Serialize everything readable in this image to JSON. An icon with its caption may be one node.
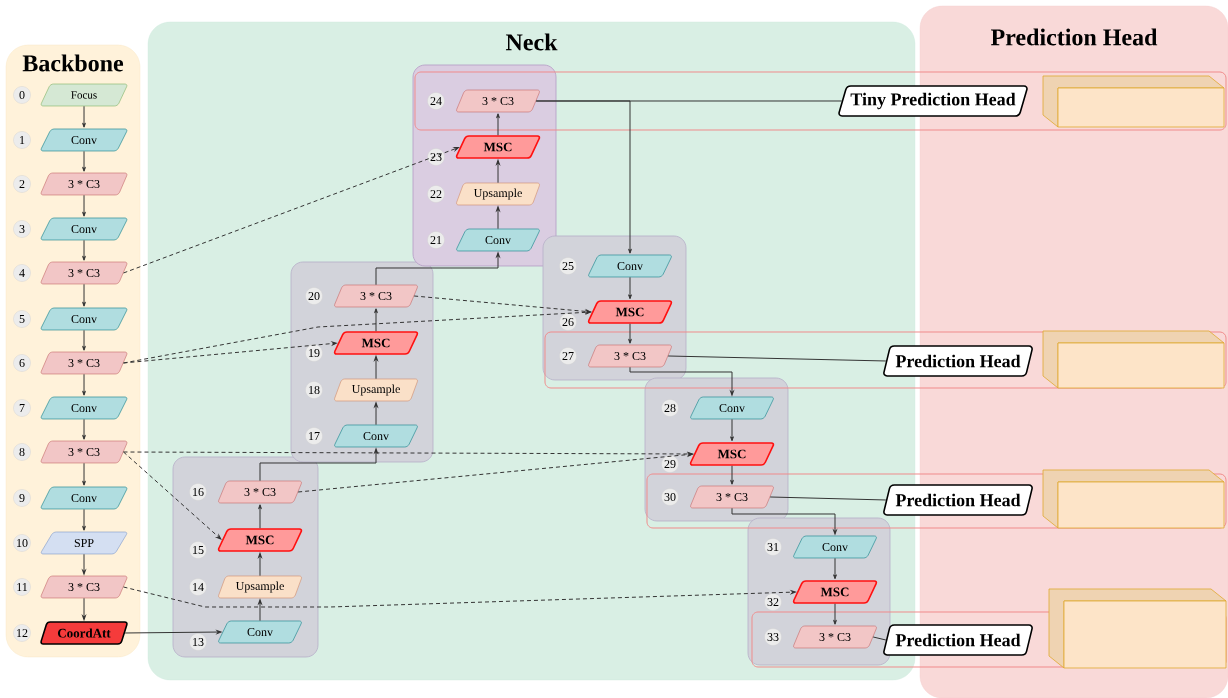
{
  "diagram": {
    "nodes": [
      {
        "text": [
          "Backbone"
        ]
      },
      {
        "text": [
          "Focus"
        ],
        "beside": [
          "0"
        ],
        "in": 0
      },
      {
        "text": [
          "Conv"
        ],
        "beside": [
          "1"
        ],
        "in": 0
      },
      {
        "text": [
          "3 * C3"
        ],
        "beside": [
          "2"
        ],
        "in": 0
      },
      {
        "text": [
          "Conv"
        ],
        "beside": [
          "3"
        ],
        "in": 0
      },
      {
        "text": [
          "3 * C3"
        ],
        "beside": [
          "4"
        ],
        "in": 0
      },
      {
        "text": [
          "Conv"
        ],
        "beside": [
          "5"
        ],
        "in": 0
      },
      {
        "text": [
          "3 * C3"
        ],
        "beside": [
          "6"
        ],
        "in": 0
      },
      {
        "text": [
          "Conv"
        ],
        "beside": [
          "7"
        ],
        "in": 0
      },
      {
        "text": [
          "3 * C3"
        ],
        "beside": [
          "8"
        ],
        "in": 0
      },
      {
        "text": [
          "Conv"
        ],
        "beside": [
          "9"
        ],
        "in": 0
      },
      {
        "text": [
          "SPP"
        ],
        "beside": [
          "10"
        ],
        "in": 0
      },
      {
        "text": [
          "3 * C3"
        ],
        "beside": [
          "11"
        ],
        "in": 0
      },
      {
        "text": [
          "CoordAtt"
        ],
        "beside": [
          "12"
        ],
        "in": 0
      },
      {
        "text": [
          "Neck"
        ]
      },
      {
        "text": [],
        "shape": "box",
        "in": 14
      },
      {
        "text": [
          "Conv"
        ],
        "beside": [
          "13"
        ],
        "in": 15
      },
      {
        "text": [
          "Upsample"
        ],
        "beside": [
          "14"
        ],
        "in": 15
      },
      {
        "text": [
          "MSC"
        ],
        "beside": [
          "15"
        ],
        "in": 15
      },
      {
        "text": [
          "3 * C3"
        ],
        "beside": [
          "16"
        ],
        "in": 15
      },
      {
        "text": [],
        "shape": "box",
        "in": 14
      },
      {
        "text": [
          "Conv"
        ],
        "beside": [
          "17"
        ],
        "in": 20
      },
      {
        "text": [
          "Upsample"
        ],
        "beside": [
          "18"
        ],
        "in": 20
      },
      {
        "text": [
          "MSC"
        ],
        "beside": [
          "19"
        ],
        "in": 20
      },
      {
        "text": [
          "3 * C3"
        ],
        "beside": [
          "20"
        ],
        "in": 20
      },
      {
        "text": [],
        "shape": "box",
        "in": 14
      },
      {
        "text": [
          "Conv"
        ],
        "beside": [
          "21"
        ],
        "in": 25
      },
      {
        "text": [
          "Upsample"
        ],
        "beside": [
          "22"
        ],
        "in": 25
      },
      {
        "text": [
          "MSC"
        ],
        "beside": [
          "23"
        ],
        "in": 25
      },
      {
        "text": [
          "3 * C3"
        ],
        "beside": [
          "24"
        ],
        "in": 25
      },
      {
        "text": [],
        "shape": "box",
        "in": 14
      },
      {
        "text": [
          "Conv"
        ],
        "beside": [
          "25"
        ],
        "in": 30
      },
      {
        "text": [
          "MSC"
        ],
        "beside": [
          "26"
        ],
        "in": 30
      },
      {
        "text": [
          "3 * C3"
        ],
        "beside": [
          "27"
        ],
        "in": 30
      },
      {
        "text": [],
        "shape": "box",
        "in": 14
      },
      {
        "text": [
          "Conv"
        ],
        "beside": [
          "28"
        ],
        "in": 34
      },
      {
        "text": [
          "MSC"
        ],
        "beside": [
          "29"
        ],
        "in": 34
      },
      {
        "text": [
          "3 * C3"
        ],
        "beside": [
          "30"
        ],
        "in": 34
      },
      {
        "text": [],
        "shape": "box",
        "in": 14
      },
      {
        "text": [
          "Conv"
        ],
        "beside": [
          "31"
        ],
        "in": 38
      },
      {
        "text": [
          "MSC"
        ],
        "beside": [
          "32"
        ],
        "in": 38
      },
      {
        "text": [
          "3 * C3"
        ],
        "beside": [
          "33"
        ],
        "in": 38
      },
      {
        "text": [
          "Prediction Head"
        ]
      },
      {
        "text": [],
        "shape": "cuboid",
        "in": 42
      },
      {
        "text": [],
        "shape": "cuboid",
        "in": 42
      },
      {
        "text": [],
        "shape": "cuboid",
        "in": 42
      },
      {
        "text": [],
        "shape": "cuboid",
        "in": 42
      },
      {
        "text": [
          "Tiny Prediction Head"
        ]
      },
      {
        "text": [
          "Prediction Head"
        ]
      },
      {
        "text": [
          "Prediction Head"
        ]
      },
      {
        "text": [
          "Prediction Head"
        ]
      }
    ],
    "edges": [
      {
        "from": 1,
        "to": 2,
        "arrow": "to"
      },
      {
        "from": 2,
        "to": 3,
        "arrow": "to"
      },
      {
        "from": 3,
        "to": 4,
        "arrow": "to"
      },
      {
        "from": 4,
        "to": 5,
        "arrow": "to"
      },
      {
        "from": 5,
        "to": 6,
        "arrow": "to"
      },
      {
        "from": 6,
        "to": 7,
        "arrow": "to"
      },
      {
        "from": 7,
        "to": 8,
        "arrow": "to"
      },
      {
        "from": 8,
        "to": 9,
        "arrow": "to"
      },
      {
        "from": 9,
        "to": 10,
        "arrow": "to"
      },
      {
        "from": 10,
        "to": 11,
        "arrow": "to"
      },
      {
        "from": 11,
        "to": 12,
        "arrow": "to"
      },
      {
        "from": 12,
        "to": 13,
        "arrow": "to"
      },
      {
        "from": 13,
        "to": 16,
        "arrow": "to"
      },
      {
        "from": 16,
        "to": 17,
        "arrow": "to"
      },
      {
        "from": 17,
        "to": 18,
        "arrow": "to"
      },
      {
        "from": 18,
        "to": 19,
        "arrow": "to"
      },
      {
        "from": 19,
        "to": 21,
        "arrow": "to"
      },
      {
        "from": 21,
        "to": 22,
        "arrow": "to"
      },
      {
        "from": 22,
        "to": 23,
        "arrow": "to"
      },
      {
        "from": 23,
        "to": 24,
        "arrow": "to"
      },
      {
        "from": 24,
        "to": 26,
        "arrow": "to"
      },
      {
        "from": 26,
        "to": 27,
        "arrow": "to"
      },
      {
        "from": 27,
        "to": 28,
        "arrow": "to"
      },
      {
        "from": 28,
        "to": 29,
        "arrow": "to"
      },
      {
        "from": 29,
        "to": 31,
        "arrow": "to"
      },
      {
        "from": 29,
        "to": 47,
        "arrow": "none"
      },
      {
        "from": 31,
        "to": 32,
        "arrow": "to"
      },
      {
        "from": 32,
        "to": 33,
        "arrow": "to"
      },
      {
        "from": 33,
        "to": 35,
        "arrow": "to"
      },
      {
        "from": 33,
        "to": 48,
        "arrow": "none"
      },
      {
        "from": 35,
        "to": 36,
        "arrow": "to"
      },
      {
        "from": 36,
        "to": 37,
        "arrow": "to"
      },
      {
        "from": 37,
        "to": 39,
        "arrow": "to"
      },
      {
        "from": 37,
        "to": 49,
        "arrow": "none"
      },
      {
        "from": 39,
        "to": 40,
        "arrow": "to"
      },
      {
        "from": 40,
        "to": 41,
        "arrow": "to"
      },
      {
        "from": 41,
        "to": 50,
        "arrow": "none"
      },
      {
        "from": 5,
        "to": 28,
        "arrow": "to",
        "style": "dashed"
      },
      {
        "from": 7,
        "to": 23,
        "arrow": "to",
        "style": "dashed"
      },
      {
        "from": 7,
        "to": 32,
        "arrow": "to",
        "style": "dashed"
      },
      {
        "from": 9,
        "to": 18,
        "arrow": "to",
        "style": "dashed"
      },
      {
        "from": 9,
        "to": 36,
        "arrow": "to",
        "style": "dashed"
      },
      {
        "from": 12,
        "to": 40,
        "arrow": "to",
        "style": "dashed"
      },
      {
        "from": 19,
        "to": 36,
        "arrow": "to",
        "style": "dashed"
      },
      {
        "from": 24,
        "to": 32,
        "arrow": "to",
        "style": "dashed"
      }
    ]
  }
}
